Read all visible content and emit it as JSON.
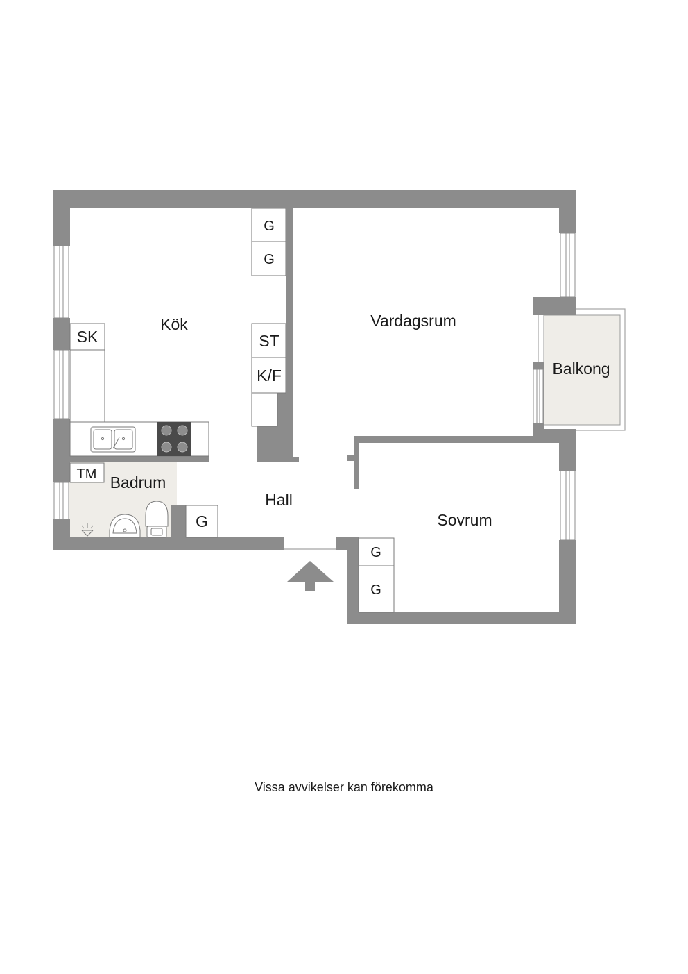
{
  "rooms": {
    "kok": "Kök",
    "vardagsrum": "Vardagsrum",
    "balkong": "Balkong",
    "badrum": "Badrum",
    "hall": "Hall",
    "sovrum": "Sovrum"
  },
  "fixtures": {
    "kitchen_wardrobe_1": "G",
    "kitchen_wardrobe_2": "G",
    "stove_cabinet": "ST",
    "fridge_freezer": "K/F",
    "cleaning_cabinet": "SK",
    "washing_machine": "TM",
    "hall_wardrobe": "G",
    "bedroom_wardrobe_1": "G",
    "bedroom_wardrobe_2": "G"
  },
  "disclaimer": "Vissa avvikelser kan förekomma",
  "colors": {
    "wall": "#8c8c8c",
    "wet_room_floor": "#efede8",
    "balcony_floor": "#efede8",
    "cooktop": "#4a4a4a"
  },
  "icons": {
    "entrance": "entrance-arrow-icon",
    "sink": "kitchen-sink-icon",
    "cooktop": "cooktop-icon",
    "washbasin": "washbasin-icon",
    "toilet": "toilet-icon",
    "shower": "shower-icon"
  }
}
